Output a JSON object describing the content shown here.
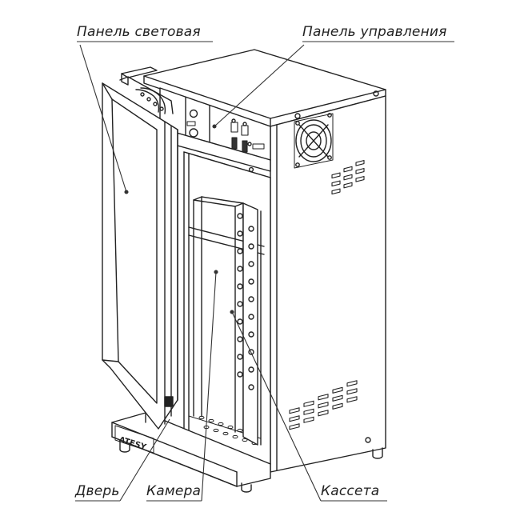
{
  "labels": {
    "light_panel": "Панель световая",
    "control_panel": "Панель управления",
    "door": "Дверь",
    "chamber": "Камера",
    "cassette": "Кассета"
  },
  "brand": "ATESY",
  "colors": {
    "line": "#222222",
    "leader": "#333333",
    "fill": "#ffffff",
    "shade": "#e8e8e8"
  }
}
